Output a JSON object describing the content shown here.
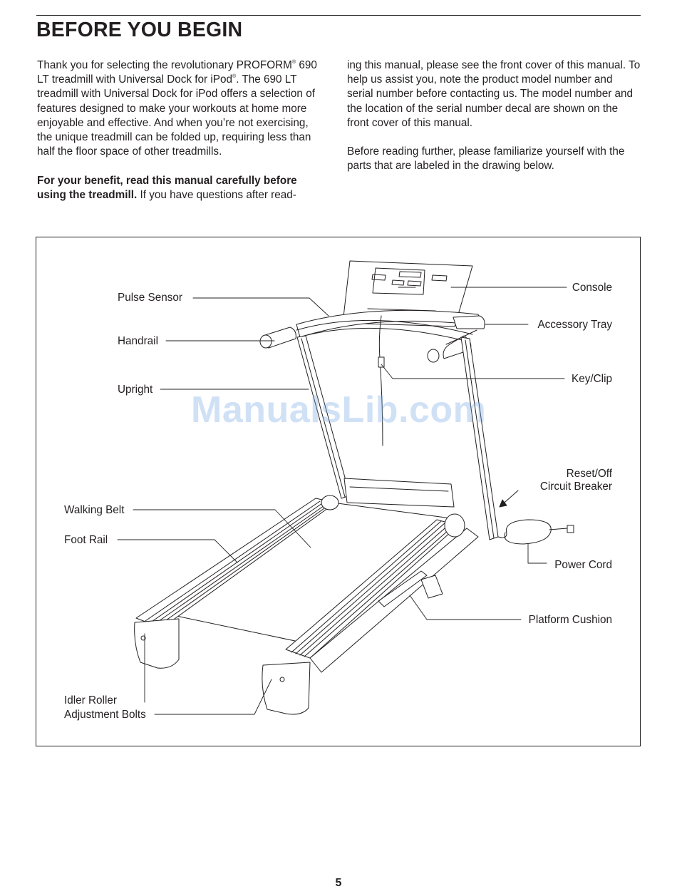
{
  "heading": "BEFORE YOU BEGIN",
  "intro": {
    "p1_a": "Thank you for selecting the revolutionary PROFORM",
    "reg": "®",
    "p1_b": " 690 LT treadmill with Universal Dock for iPod",
    "p1_c": ". The 690 LT treadmill with Universal Dock for iPod offers a selection of features designed to make your workouts at home more enjoyable and effective. And when you’re not exercising, the unique treadmill can be folded up, requiring less than half the floor space of other treadmills.",
    "p2_bold": "For your benefit, read this manual carefully before using the treadmill.",
    "p2_rest": " If you have questions after read-",
    "p3": "ing this manual, please see the front cover of this manual. To help us assist you, note the product model number and serial number before contacting us. The model number and the location of the serial number decal are shown on the front cover of this manual.",
    "p4": "Before reading further, please familiarize yourself with the parts that are labeled in the drawing below."
  },
  "labels": {
    "pulse_sensor": "Pulse Sensor",
    "handrail": "Handrail",
    "upright": "Upright",
    "walking_belt": "Walking Belt",
    "foot_rail": "Foot Rail",
    "idler_1": "Idler Roller",
    "idler_2": "Adjustment Bolts",
    "console": "Console",
    "accessory_tray": "Accessory Tray",
    "key_clip": "Key/Clip",
    "reset_1": "Reset/Off",
    "reset_2": "Circuit Breaker",
    "power_cord": "Power Cord",
    "platform_cushion": "Platform Cushion"
  },
  "watermark": "ManualsLib.com",
  "page_number": "5"
}
